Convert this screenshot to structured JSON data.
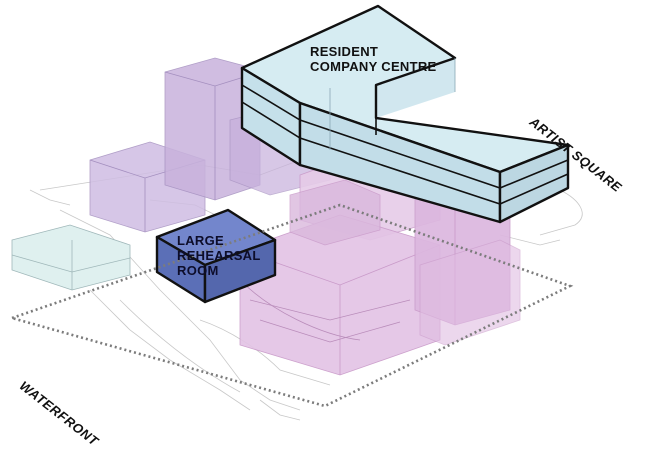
{
  "labels": {
    "resident_company_centre": [
      "RESIDENT",
      "COMPANY CENTRE"
    ],
    "large_rehearsal_room": [
      "LARGE",
      "REHEARSAL",
      "ROOM"
    ],
    "artist_square": "ARTIST SQUARE",
    "waterfront": "WATERFRONT"
  },
  "colors": {
    "resident_block": "#cfe6ee",
    "rehearsal_room": "#6479c2",
    "purple_mass": "#c9b4dc",
    "pink_mass": "#e2c2e4",
    "site_boundary": "#888888"
  }
}
